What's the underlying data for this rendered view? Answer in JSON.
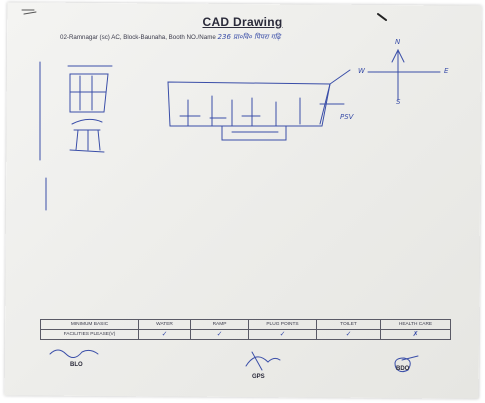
{
  "document": {
    "title": "CAD Drawing",
    "subtitle_printed": "02-Ramnagar (sc) AC, Block-Baunaha, Booth NO./Name",
    "subtitle_handwritten": "236 प्रा०वि० पिपरा गढ़ि",
    "compass": {
      "north": "N",
      "south": "S",
      "east": "E",
      "west": "W"
    },
    "sketch_label": "PSV"
  },
  "facility_table": {
    "headers": [
      "MINIMUM BASIC",
      "WATER",
      "RAMP",
      "PLUG POINTS",
      "TOILET",
      "HEALTH CARE"
    ],
    "row": {
      "label": "FACILITIES PLEASE(V)",
      "marks": [
        "✓",
        "✓",
        "✓",
        "✓",
        "✗"
      ]
    }
  },
  "signatures": {
    "blo": "BLO",
    "gps": "GPS",
    "bdo": "BDO"
  }
}
